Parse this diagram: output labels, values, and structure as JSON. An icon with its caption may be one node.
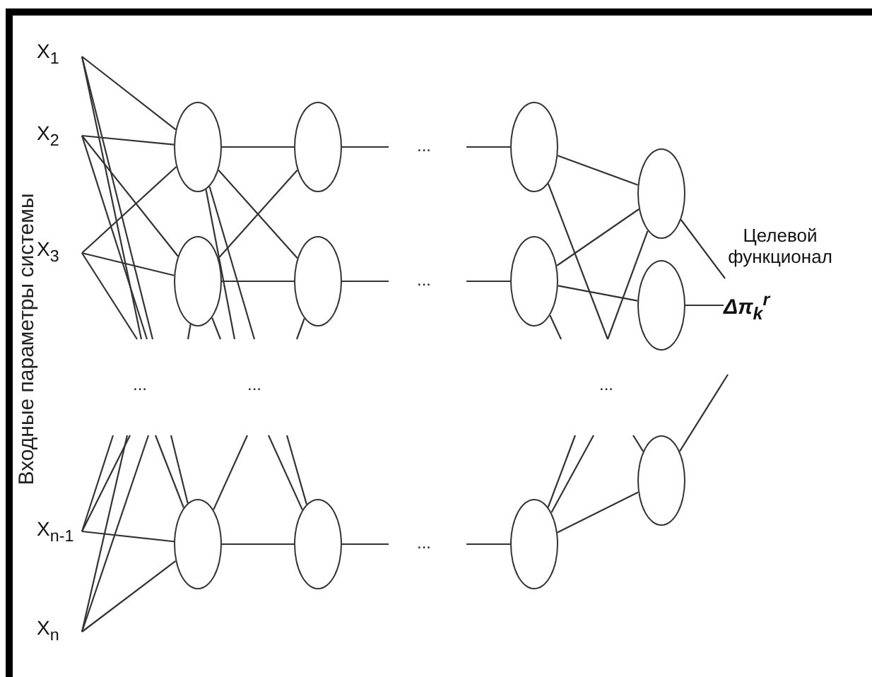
{
  "diagram": {
    "nodes": [
      {
        "text": [
          "X$_{1}$"
        ]
      },
      {
        "text": [
          "X$_{2}$"
        ]
      },
      {
        "text": [
          "X$_{3}$"
        ]
      },
      {
        "text": [
          "X$_{n-1}$"
        ]
      },
      {
        "text": [
          "X$_{n}$"
        ]
      },
      {
        "text": [],
        "shape": "circle"
      },
      {
        "text": [],
        "shape": "circle"
      },
      {
        "text": [],
        "shape": "circle"
      },
      {
        "text": [],
        "shape": "circle"
      },
      {
        "text": [],
        "shape": "circle"
      },
      {
        "text": [],
        "shape": "circle"
      },
      {
        "text": [],
        "shape": "circle"
      },
      {
        "text": [],
        "shape": "circle"
      },
      {
        "text": [],
        "shape": "circle"
      },
      {
        "text": [],
        "shape": "circle"
      },
      {
        "text": [],
        "shape": "circle"
      },
      {
        "text": [],
        "shape": "circle"
      },
      {
        "text": [
          "Целевой функционал"
        ]
      },
      {
        "text": [
          "Δπ$_{k}$$^{r}$"
        ]
      }
    ],
    "edges": [
      {
        "from": 0,
        "to": 5,
        "arrow": "none"
      },
      {
        "from": 0,
        "to": null,
        "arrow": "none"
      },
      {
        "from": 0,
        "to": null,
        "arrow": "none"
      },
      {
        "from": 1,
        "to": 5,
        "arrow": "none"
      },
      {
        "from": 1,
        "to": 6,
        "arrow": "none"
      },
      {
        "from": 1,
        "to": null,
        "arrow": "none"
      },
      {
        "from": 2,
        "to": 5,
        "arrow": "none"
      },
      {
        "from": 2,
        "to": 6,
        "arrow": "none"
      },
      {
        "from": 2,
        "to": null,
        "arrow": "none"
      },
      {
        "from": 5,
        "to": 8,
        "arrow": "none"
      },
      {
        "from": 5,
        "to": 9,
        "arrow": "none"
      },
      {
        "from": 6,
        "to": 8,
        "arrow": "none"
      },
      {
        "from": 6,
        "to": 9,
        "arrow": "none"
      },
      {
        "from": 5,
        "to": null,
        "arrow": "none"
      },
      {
        "from": 5,
        "to": null,
        "arrow": "none"
      },
      {
        "from": 6,
        "to": null,
        "arrow": "none"
      },
      {
        "from": 6,
        "to": null,
        "arrow": "none"
      },
      {
        "from": 9,
        "to": null,
        "arrow": "none"
      },
      {
        "from": 3,
        "to": null,
        "arrow": "none"
      },
      {
        "from": 3,
        "to": null,
        "arrow": "none"
      },
      {
        "from": 4,
        "to": null,
        "arrow": "none"
      },
      {
        "from": 4,
        "to": null,
        "arrow": "none"
      },
      {
        "from": 3,
        "to": 7,
        "arrow": "none"
      },
      {
        "from": 4,
        "to": 7,
        "arrow": "none"
      },
      {
        "from": null,
        "to": 7,
        "arrow": "none"
      },
      {
        "from": null,
        "to": 7,
        "arrow": "none"
      },
      {
        "from": 7,
        "to": null,
        "arrow": "none"
      },
      {
        "from": null,
        "to": 10,
        "arrow": "none"
      },
      {
        "from": null,
        "to": 10,
        "arrow": "none"
      },
      {
        "from": 7,
        "to": 10,
        "arrow": "none"
      },
      {
        "from": 8,
        "to": null,
        "arrow": "none"
      },
      {
        "from": 9,
        "to": null,
        "arrow": "none"
      },
      {
        "from": 10,
        "to": null,
        "arrow": "none"
      },
      {
        "from": null,
        "to": 11,
        "arrow": "none"
      },
      {
        "from": null,
        "to": 12,
        "arrow": "none"
      },
      {
        "from": null,
        "to": 13,
        "arrow": "none"
      },
      {
        "from": 11,
        "to": 14,
        "arrow": "none"
      },
      {
        "from": 11,
        "to": null,
        "arrow": "none"
      },
      {
        "from": 12,
        "to": 14,
        "arrow": "none"
      },
      {
        "from": 12,
        "to": 15,
        "arrow": "none"
      },
      {
        "from": 12,
        "to": null,
        "arrow": "none"
      },
      {
        "from": 14,
        "to": null,
        "arrow": "none"
      },
      {
        "from": 15,
        "to": 18,
        "arrow": "none"
      },
      {
        "from": 14,
        "to": 17,
        "arrow": "none"
      },
      {
        "from": null,
        "to": 13,
        "arrow": "none"
      },
      {
        "from": null,
        "to": 13,
        "arrow": "none"
      },
      {
        "from": 13,
        "to": 16,
        "arrow": "none"
      },
      {
        "from": null,
        "to": 16,
        "arrow": "none"
      },
      {
        "from": 16,
        "to": null,
        "arrow": "none"
      }
    ],
    "labels": [
      "Входные параметры системы",
      "...",
      "...",
      "...",
      "...",
      "...",
      "..."
    ]
  }
}
